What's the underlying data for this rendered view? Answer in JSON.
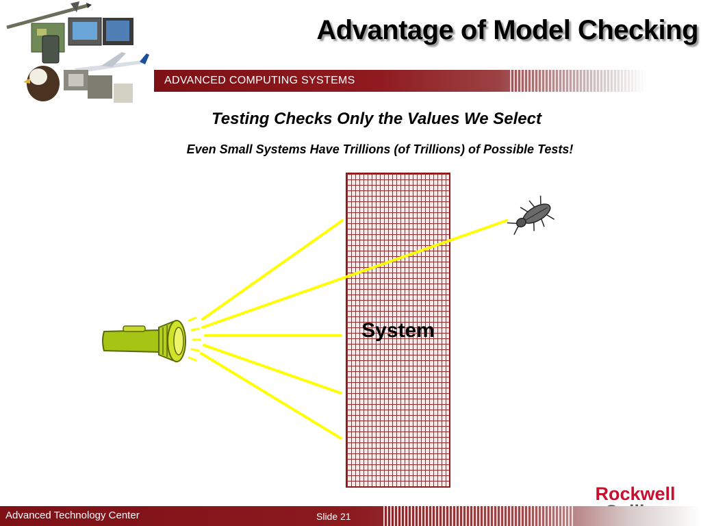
{
  "slide": {
    "title": "Advantage of Model Checking",
    "banner_text": "ADVANCED COMPUTING SYSTEMS",
    "subtitle": "Testing Checks Only the Values We Select",
    "subsubtitle": "Even Small Systems Have Trillions (of Trillions) of Possible Tests!"
  },
  "diagram": {
    "system_label": "System",
    "flashlight_icon": "flashlight-icon",
    "bug_icon": "beetle-icon",
    "beam_color": "#ffff00",
    "wall_color": "#a0282a"
  },
  "footer": {
    "left_text": "Advanced Technology Center",
    "slide_number": "Slide 21"
  },
  "logo": {
    "line1": "Rockwell",
    "line2": "Collins"
  },
  "colors": {
    "banner": "#7d1116",
    "logo_red": "#c8102e",
    "logo_gray": "#5a5a5a"
  }
}
